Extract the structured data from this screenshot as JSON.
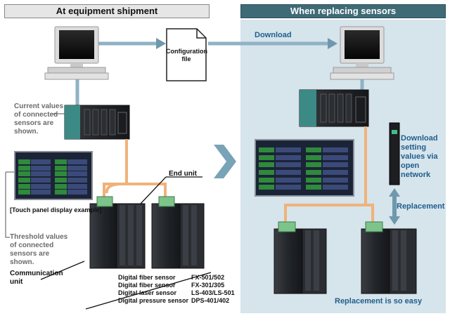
{
  "headers": {
    "left": "At equipment shipment",
    "right": "When replacing sensors"
  },
  "file_label": "Configuration file",
  "download_label": "Download",
  "labels": {
    "current_values": "Current values of connected sensors are shown.",
    "touch_panel": "[Touch panel display example]",
    "threshold_values": "Threshold values of connected sensors are shown.",
    "communication_unit": "Communication unit",
    "end_unit": "End unit",
    "download_setting": "Download setting values via open network",
    "replacement": "Replacement",
    "replacement_easy": "Replacement is so easy"
  },
  "sensors": [
    {
      "type": "Digital fiber sensor",
      "model": "FX-501/502"
    },
    {
      "type": "Digital fiber sensor",
      "model": "FX-301/305"
    },
    {
      "type": "Digital laser sensor",
      "model": "LS-403/LS-501"
    },
    {
      "type": "Digital pressure sensor",
      "model": "DPS-401/402"
    }
  ],
  "colors": {
    "header_right_bg": "#3e6b76",
    "panel_bg": "#d6e4ec",
    "arrow_blue": "#6f98ad",
    "cable_orange": "#f0a869",
    "label_blue": "#1f5e8c"
  }
}
